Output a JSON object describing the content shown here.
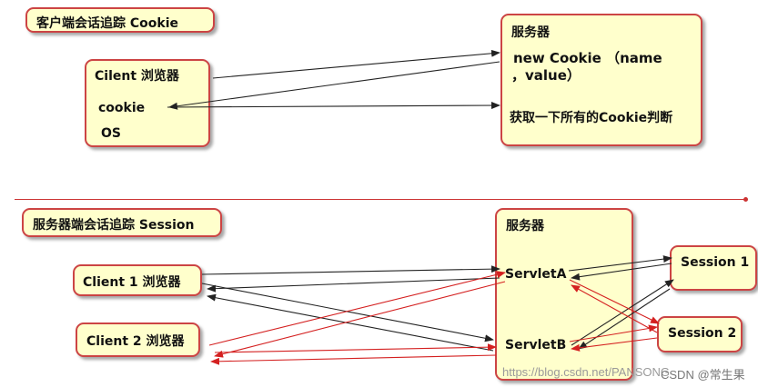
{
  "top": {
    "title": "客户端会话追踪 Cookie",
    "client": {
      "title": "Cilent 浏览器",
      "cookie": "cookie",
      "os": "OS"
    },
    "server": {
      "title": "服务器",
      "new_cookie_1": "new Cookie （name",
      "new_cookie_2": "，value）",
      "judge": "获取一下所有的Cookie判断"
    }
  },
  "bottom": {
    "title": "服务器端会话追踪 Session",
    "client1": "Client 1 浏览器",
    "client2": "Client 2 浏览器",
    "server": {
      "title": "服务器",
      "servlet_a": "ServletA",
      "servlet_b": "ServletB"
    },
    "session1": "Session 1",
    "session2": "Session 2"
  },
  "colors": {
    "box_fill": "#ffffcc",
    "box_border": "#cc4444",
    "black_arrow": "#222222",
    "red_arrow": "#d42020",
    "divider": "#cc3333"
  },
  "watermark": {
    "url": "https://blog.csdn.net/PANSONG",
    "credit": "CSDN @常生果"
  }
}
